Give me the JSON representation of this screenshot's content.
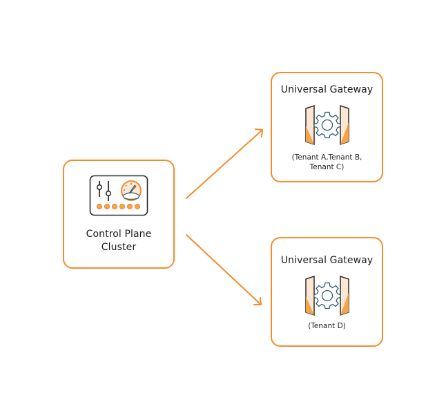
{
  "colors": {
    "accent": "#f68b2c",
    "accent_light": "#fde6d2",
    "icon_stroke": "#2f5d6b",
    "text": "#1a1a1a"
  },
  "nodes": {
    "control_plane": {
      "title_line1": "Control Plane",
      "title_line2": "Cluster",
      "icon": "control-panel-icon"
    },
    "gateway_1": {
      "title": "Universal Gateway",
      "icon": "gateway-gear-icon",
      "tenants_line1": "(Tenant A,Tenant B,",
      "tenants_line2": "Tenant C)"
    },
    "gateway_2": {
      "title": "Universal Gateway",
      "icon": "gateway-gear-icon",
      "tenants_line1": "(Tenant D)"
    }
  },
  "edges": [
    {
      "from": "control_plane",
      "to": "gateway_1"
    },
    {
      "from": "control_plane",
      "to": "gateway_2"
    }
  ]
}
